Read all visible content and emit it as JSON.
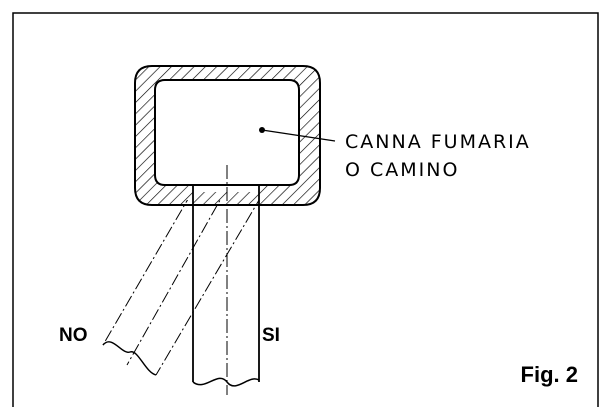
{
  "callout": {
    "line1": "CANNA FUMARIA",
    "line2": "O CAMINO"
  },
  "labels": {
    "incorrect": "NO",
    "correct": "SI"
  },
  "figure_label": "Fig. 2",
  "colors": {
    "ink": "#000000",
    "paper": "#ffffff"
  }
}
